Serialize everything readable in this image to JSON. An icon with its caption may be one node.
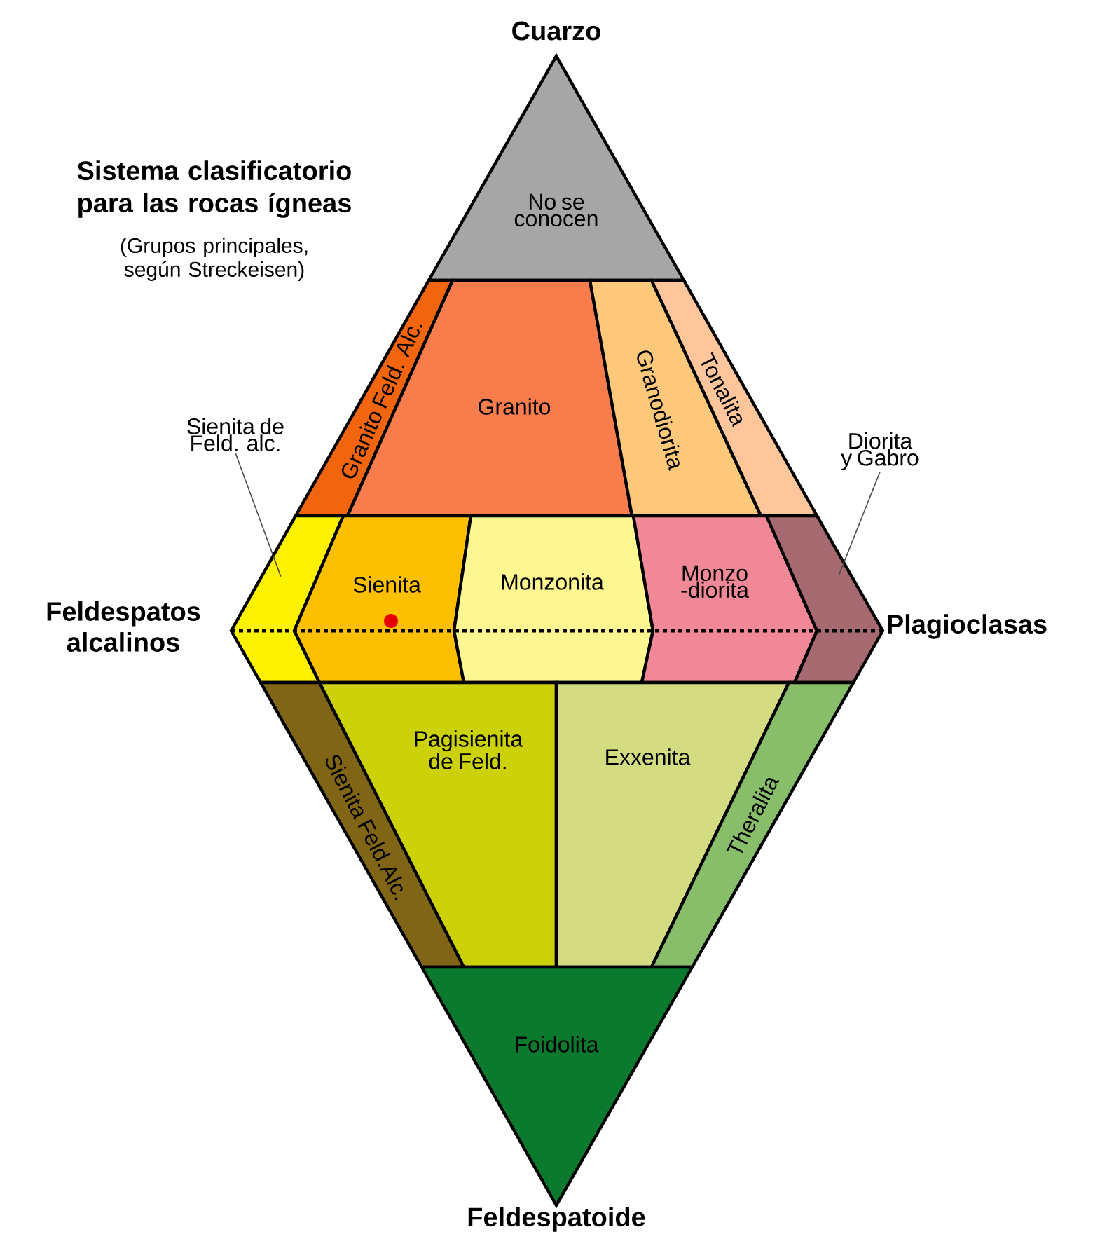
{
  "diagram": {
    "title": "Sistema clasificatorio para las rocas ígneas",
    "nodes": [
      {
        "text": [
          "No se conocen"
        ]
      },
      {
        "text": [
          "Granito Feld. Alc."
        ]
      },
      {
        "text": [
          "Granito"
        ]
      },
      {
        "text": [
          "Granodiorita"
        ]
      },
      {
        "text": [
          "Tonalita"
        ]
      },
      {
        "text": [
          "Sienita de Feld. alc."
        ]
      },
      {
        "text": [
          "Diorita y Gabro"
        ]
      },
      {
        "text": [],
        "shape": "box"
      },
      {
        "text": [
          "Sienita"
        ]
      },
      {
        "text": [
          "Monzonita"
        ]
      },
      {
        "text": [
          "Monzo -diorita"
        ]
      },
      {
        "text": [],
        "shape": "box"
      },
      {
        "text": [
          "Sienita Feld.Alc."
        ]
      },
      {
        "text": [
          "Pagisienita de Feld."
        ]
      },
      {
        "text": [
          "Exxenita"
        ]
      },
      {
        "text": [
          "Theralita"
        ]
      },
      {
        "text": [
          "Foidolita"
        ]
      }
    ],
    "edges": [
      {
        "from": 5,
        "to": 7,
        "arrow": "none"
      },
      {
        "from": 6,
        "to": 11,
        "arrow": "none"
      }
    ],
    "labels": [
      "Cuarzo",
      "(Grupos principales, según Streckeisen)",
      "Feldespatos alcalinos",
      "Plagioclasas",
      "Feldespatoide"
    ]
  }
}
